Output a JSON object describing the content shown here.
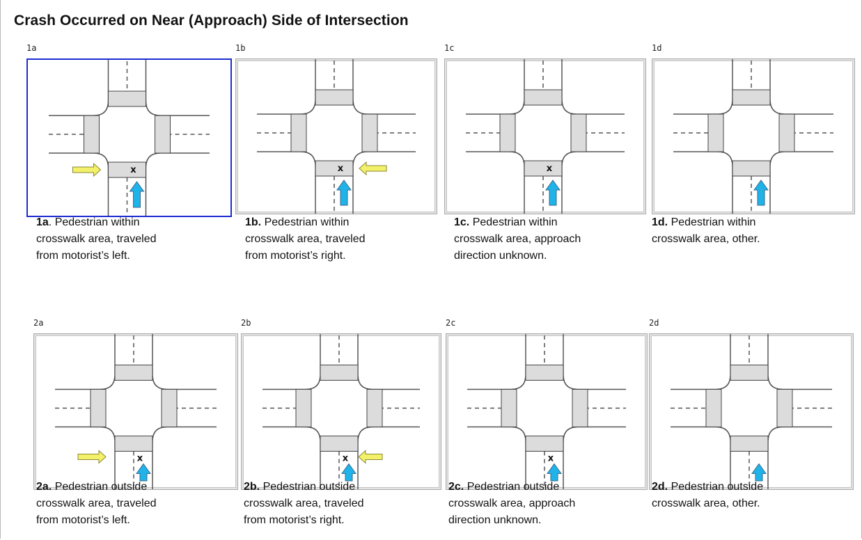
{
  "heading": "Crash Occurred on Near (Approach) Side of Intersection",
  "colors": {
    "selected_border": "#1c2bd1",
    "pedestrian_arrow": "#f3f06a",
    "vehicle_arrow": "#1fb3ea",
    "crosswalk_fill": "#dcdcdc"
  },
  "panels": [
    {
      "tag": "1a",
      "code": "1a",
      "text": ". Pedestrian within",
      "line2": "crosswalk area, traveled",
      "line3": "from motorist’s left.",
      "selected": true,
      "crash_location": "within crosswalk",
      "pedestrian_from": "left"
    },
    {
      "tag": "1b",
      "code": "1b.",
      "text": " Pedestrian within",
      "line2": "crosswalk area, traveled",
      "line3": "from motorist’s right.",
      "selected": false,
      "crash_location": "within crosswalk",
      "pedestrian_from": "right"
    },
    {
      "tag": "1c",
      "code": "1c.",
      "text": " Pedestrian within",
      "line2": "crosswalk area, approach",
      "line3": "direction unknown.",
      "selected": false,
      "crash_location": "within crosswalk",
      "pedestrian_from": "unknown"
    },
    {
      "tag": "1d",
      "code": "1d.",
      "text": " Pedestrian within",
      "line2": "crosswalk area, other.",
      "line3": "",
      "selected": false,
      "crash_location": "within crosswalk",
      "pedestrian_from": "other"
    },
    {
      "tag": "2a",
      "code": "2a.",
      "text": " Pedestrian outside",
      "line2": "crosswalk area, traveled",
      "line3": "from motorist’s left.",
      "selected": false,
      "crash_location": "outside crosswalk",
      "pedestrian_from": "left"
    },
    {
      "tag": "2b",
      "code": "2b.",
      "text": " Pedestrian outside",
      "line2": "crosswalk area, traveled",
      "line3": "from motorist’s right.",
      "selected": false,
      "crash_location": "outside crosswalk",
      "pedestrian_from": "right"
    },
    {
      "tag": "2c",
      "code": "2c.",
      "text": " Pedestrian outside",
      "line2": "crosswalk area, approach",
      "line3": "direction unknown.",
      "selected": false,
      "crash_location": "outside crosswalk",
      "pedestrian_from": "unknown"
    },
    {
      "tag": "2d",
      "code": "2d.",
      "text": " Pedestrian outside",
      "line2": "crosswalk area, other.",
      "line3": "",
      "selected": false,
      "crash_location": "outside crosswalk",
      "pedestrian_from": "other"
    }
  ],
  "crash_marker": "x"
}
